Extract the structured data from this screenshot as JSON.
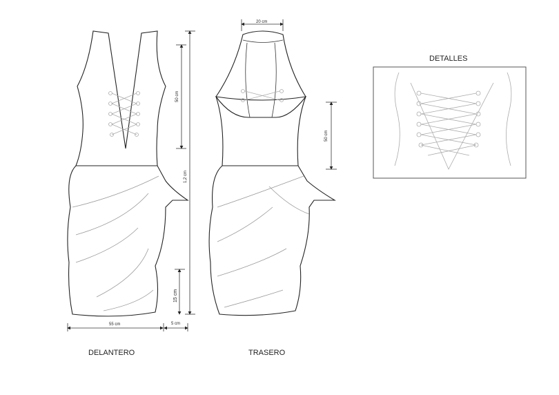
{
  "labels": {
    "front": "DELANTERO",
    "back": "TRASERO",
    "details": "DETALLES"
  },
  "dimensions": {
    "neck_width": "20 cm",
    "bodice_front": "50 cm",
    "total_length": "1,2 cm",
    "hem": "15 cm",
    "width": "55 cm",
    "tie": "5 cm",
    "bodice_back": "50 cm"
  }
}
